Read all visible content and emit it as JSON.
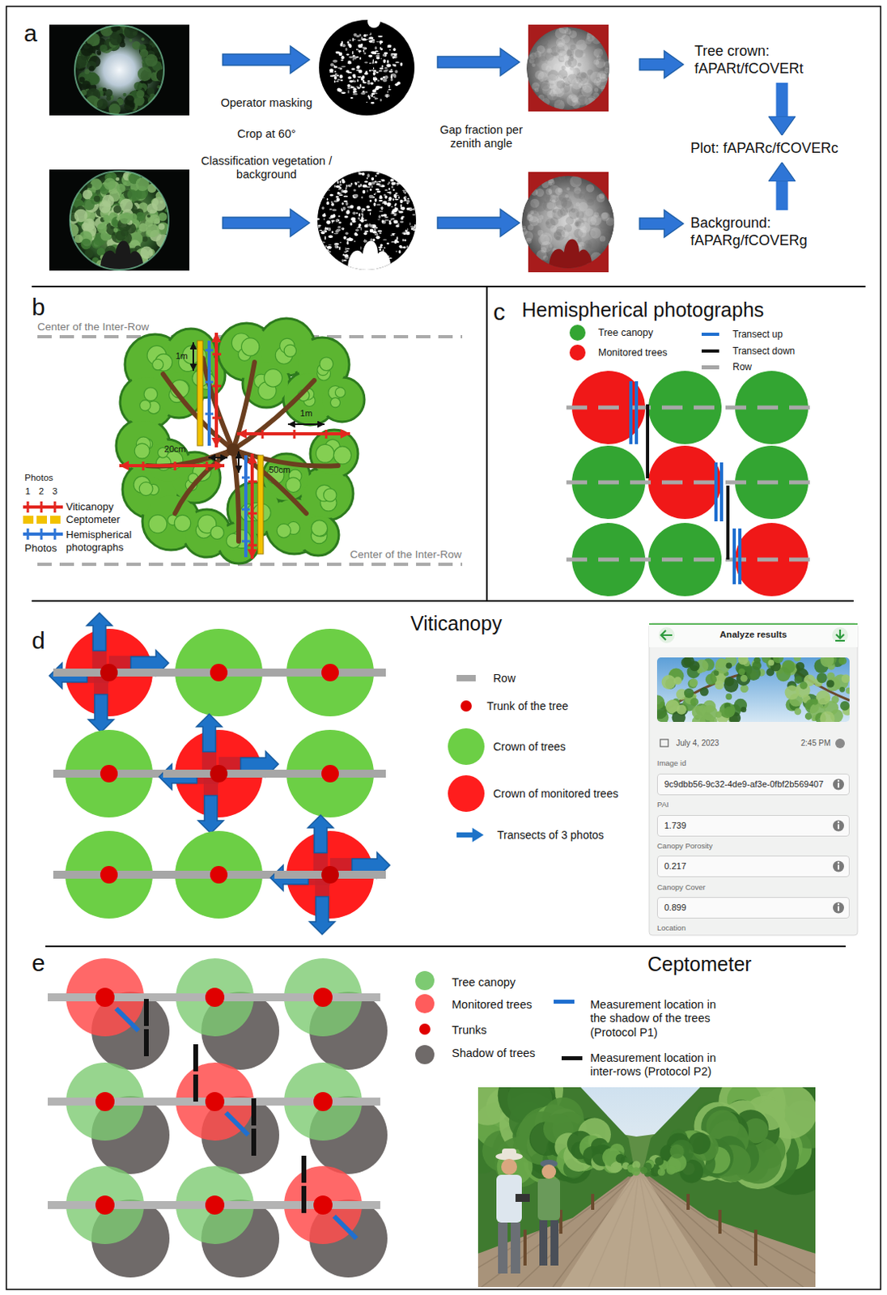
{
  "diagram": {
    "nodes": [
      {
        "text": [
          "Tree crown: fAPARt/fCOVERt"
        ]
      },
      {
        "text": [
          "Plot: fAPARc/fCOVERc"
        ]
      },
      {
        "text": [
          "Background: fAPARg/fCOVERg"
        ]
      },
      {
        "text": [
          "Analyze results",
          "July 4, 2023",
          "2:45 PM",
          "Image id",
          "PAI",
          "Canopy Porosity",
          "Canopy Cover",
          "Location"
        ]
      },
      {
        "text": [
          "9c9dbb56-9c32-4de9-af3e-0fbf2b569407"
        ],
        "in": 3
      },
      {
        "text": [
          "1.739"
        ],
        "in": 3
      },
      {
        "text": [
          "0.217"
        ],
        "in": 3
      },
      {
        "text": [
          "0.899"
        ],
        "in": 3
      }
    ],
    "edges": [
      {
        "from": 0,
        "to": 1,
        "arrow": "to"
      },
      {
        "from": 2,
        "to": 1,
        "arrow": "to"
      }
    ],
    "labels": [
      "a",
      "Operator masking",
      "Crop at 60°",
      "Classification vegetation / background",
      "Gap fraction per zenith angle",
      "b",
      "Center of the Inter-Row",
      "Center of the Inter-Row",
      "1m",
      "1m",
      "20cm",
      "50cm",
      "Photos",
      "1",
      "2",
      "3",
      "Photos",
      "c",
      "Hemispherical photographs",
      "d",
      "Viticanopy",
      "e",
      "Ceptometer"
    ],
    "legend": [
      {
        "text": "Viticanopy",
        "color": "#e3261f"
      },
      {
        "text": "Ceptometer",
        "color": "#f2c200"
      },
      {
        "text": "Hemispherical photographs",
        "color": "#2e75d6"
      },
      {
        "text": "Tree canopy",
        "color": "#33a532"
      },
      {
        "text": "Monitored trees",
        "color": "#f01818"
      },
      {
        "text": "Transect up",
        "color": "#1f6fd0"
      },
      {
        "text": "Transect down",
        "color": "#111111"
      },
      {
        "text": "Row",
        "color": "#a6a6a6"
      },
      {
        "text": "Row",
        "color": "#a6a6a6"
      },
      {
        "text": "Trunk of the tree",
        "color": "#e00000"
      },
      {
        "text": "Crown of trees",
        "color": "#6ccf45"
      },
      {
        "text": "Crown of monitored trees",
        "color": "#ff1d1d"
      },
      {
        "text": "Transects of 3 photos",
        "color": "#1e73c8"
      },
      {
        "text": "Tree canopy",
        "color": "#7dca72"
      },
      {
        "text": "Monitored trees",
        "color": "#ff5c5c"
      },
      {
        "text": "Trunks",
        "color": "#e00000"
      },
      {
        "text": "Shadow of trees",
        "color": "#6f6a69"
      },
      {
        "text": "Measurement location in the shadow of the trees (Protocol P1)",
        "color": "#1f6fd0"
      },
      {
        "text": "Measurement location in inter-rows (Protocol P2)",
        "color": "#111111"
      }
    ]
  }
}
